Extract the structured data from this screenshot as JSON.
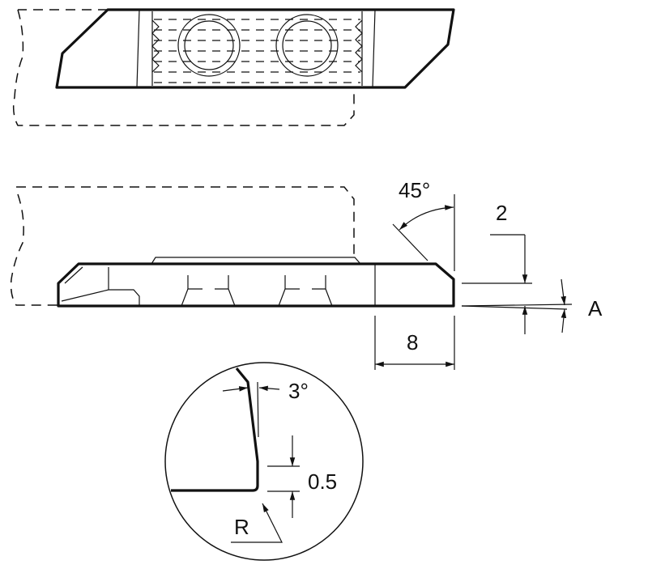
{
  "labels": {
    "angle_chamfer": "45°",
    "dim_height": "2",
    "dim_angle_a": "A",
    "dim_width": "8",
    "detail_angle": "3°",
    "detail_height": "0.5",
    "detail_radius": "R"
  }
}
